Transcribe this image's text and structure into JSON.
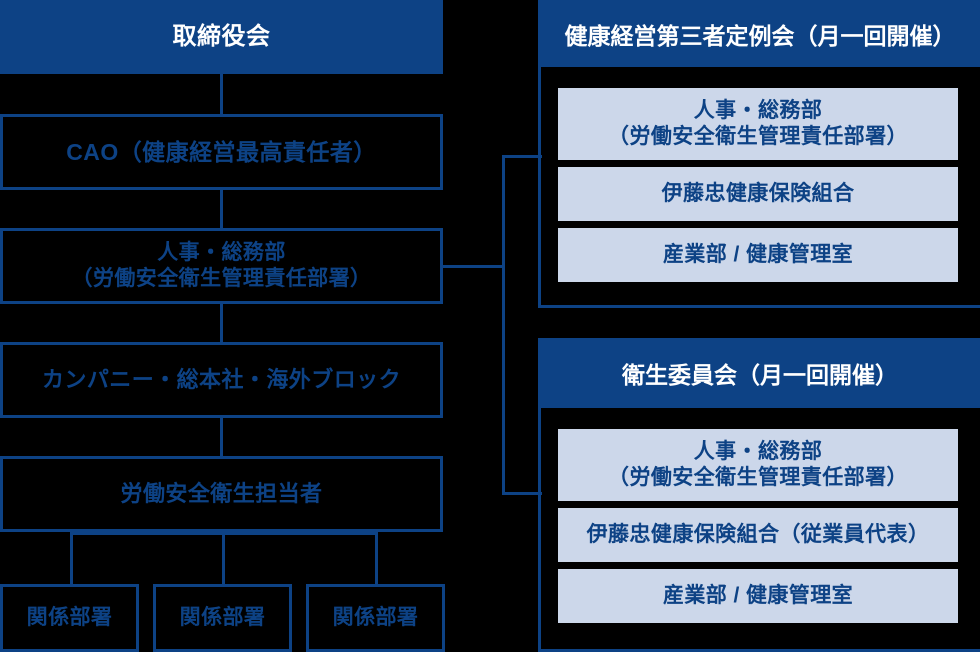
{
  "diagram": {
    "title_hidden": "",
    "colors": {
      "primary_dark_blue": "#0d4285",
      "light_blue": "#ccd7ea",
      "background": "#000000",
      "text_on_dark": "#ffffff"
    }
  },
  "left_column": {
    "board": {
      "label": "取締役会"
    },
    "cao": {
      "label": "CAO（健康経営最高責任者）"
    },
    "hr_general_affairs": {
      "line1": "人事・総務部",
      "line2": "（労働安全衛生管理責任部署）"
    },
    "company_block": {
      "label": "カンパニー・総本社・海外ブロック"
    },
    "safety_officer": {
      "label": "労働安全衛生担当者"
    },
    "related_departments": [
      {
        "label": "関係部署"
      },
      {
        "label": "関係部署"
      },
      {
        "label": "関係部署"
      }
    ]
  },
  "right_panels": [
    {
      "header": "健康経営第三者定例会（月一回開催）",
      "items": [
        {
          "line1": "人事・総務部",
          "line2": "（労働安全衛生管理責任部署）"
        },
        {
          "line1": "伊藤忠健康保険組合",
          "line2": ""
        },
        {
          "line1": "産業部 / 健康管理室",
          "line2": ""
        }
      ]
    },
    {
      "header": "衛生委員会（月一回開催）",
      "items": [
        {
          "line1": "人事・総務部",
          "line2": "（労働安全衛生管理責任部署）"
        },
        {
          "line1": "伊藤忠健康保険組合（従業員代表）",
          "line2": ""
        },
        {
          "line1": "産業部 / 健康管理室",
          "line2": ""
        }
      ]
    }
  ]
}
